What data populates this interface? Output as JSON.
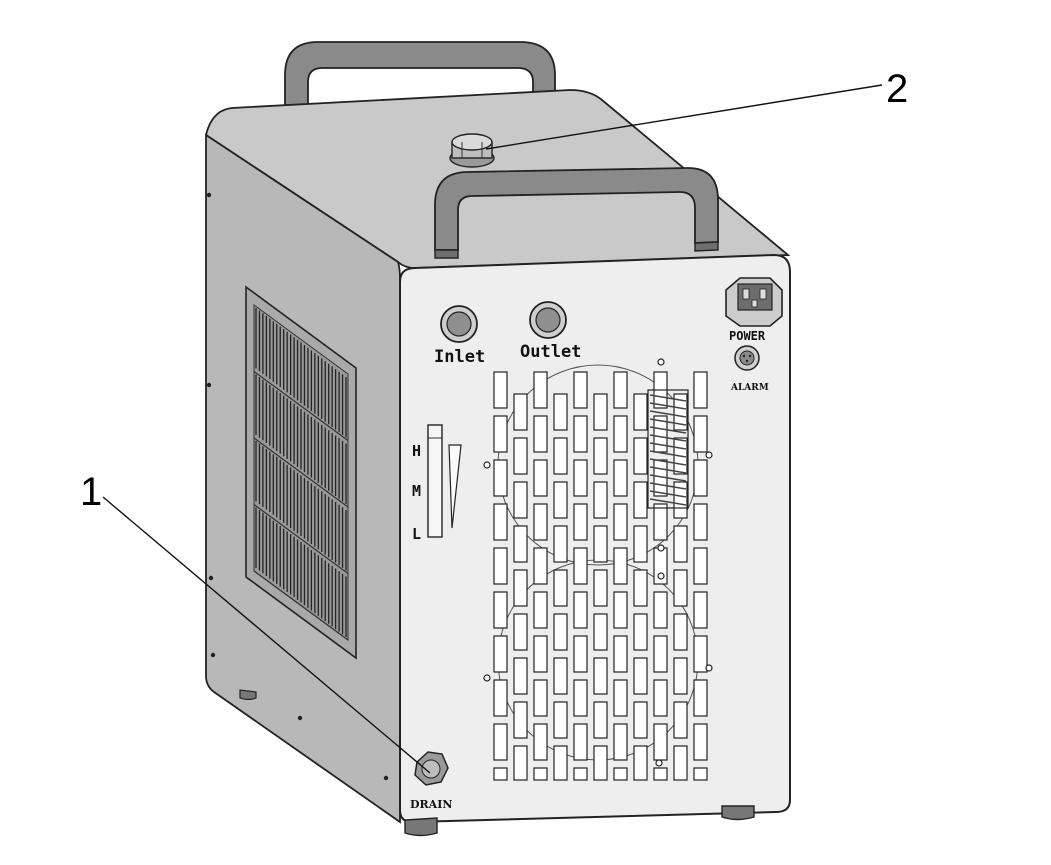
{
  "callouts": {
    "one": "1",
    "two": "2"
  },
  "panel_labels": {
    "inlet": "Inlet",
    "outlet": "Outlet",
    "power": "POWER",
    "alarm": "ALARM",
    "drain": "DRAIN",
    "level_high": "H",
    "level_mid": "M",
    "level_low": "L"
  },
  "colors": {
    "front": "#eeeeee",
    "side": "#b8b8b8",
    "top": "#c9c9c9",
    "handle": "#8a8a8a",
    "outline": "#222222"
  }
}
